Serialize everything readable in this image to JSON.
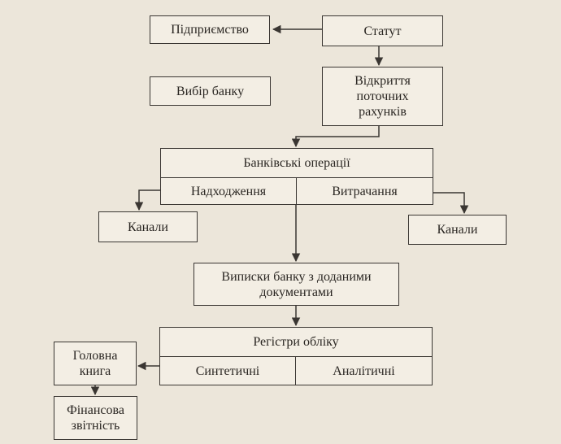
{
  "nodes": {
    "enterprise": "Підприємство",
    "statute": "Статут",
    "bank_choice": "Вибір банку",
    "accounts": "Відкриття\nпоточних\nрахунків",
    "bank_operations": "Банківські операції",
    "receipts": "Надходження",
    "expenditures": "Витрачання",
    "channels_left": "Канали",
    "channels_right": "Канали",
    "bank_statements": "Виписки банку з доданими\nдокументами",
    "registers": "Регістри обліку",
    "synthetic": "Синтетичні",
    "analytic": "Аналітичні",
    "general_ledger": "Головна\nкнига",
    "financial_reporting": "Фінансова\nзвітність"
  },
  "colors": {
    "paper": "#ece6da",
    "box_fill": "#f3eee4",
    "line": "#3a3632",
    "text": "#2a2622"
  }
}
